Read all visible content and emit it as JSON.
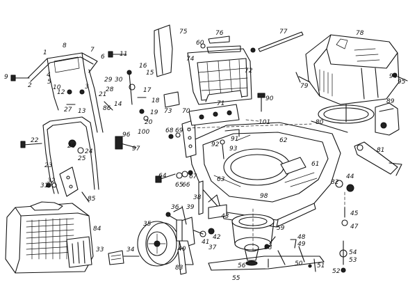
{
  "labels": {
    "1": "1",
    "2": "2",
    "3": "3",
    "4": "4",
    "5": "5",
    "6": "6",
    "7": "7",
    "8": "8",
    "9": "9",
    "10": "10",
    "11": "11",
    "12": "12",
    "13": "13",
    "14": "14",
    "15": "15",
    "16": "16",
    "17": "17",
    "18": "18",
    "19": "19",
    "20": "20",
    "21": "21",
    "22": "22",
    "23": "23",
    "24": "24",
    "25": "25",
    "26": "26",
    "27": "27",
    "28": "28",
    "29": "29",
    "30": "30",
    "31": "31",
    "32": "32",
    "33": "33",
    "34": "34",
    "35": "35",
    "36": "36",
    "37": "37",
    "38": "38",
    "39": "39",
    "40": "40",
    "41": "41",
    "42": "42",
    "43": "43",
    "44": "44",
    "45": "45",
    "47": "47",
    "48": "48",
    "49": "49",
    "50": "50",
    "51": "51",
    "52": "52",
    "53": "53",
    "54": "54",
    "55": "55",
    "56": "56",
    "58": "58",
    "59": "59",
    "60": "60",
    "61": "61",
    "62": "62",
    "63": "63",
    "64": "64",
    "65": "65",
    "66": "66",
    "67": "67",
    "68": "68",
    "69": "69",
    "70": "70",
    "71": "71",
    "72": "72",
    "73": "73",
    "74": "74",
    "75": "75",
    "76": "76",
    "77": "77",
    "78": "78",
    "79": "79",
    "80": "80",
    "81": "81",
    "82": "82",
    "83": "83",
    "84": "84",
    "85": "85",
    "86": "86",
    "89": "89",
    "90": "90",
    "91": "91",
    "92": "92",
    "93": "93",
    "94": "94",
    "95": "95",
    "96": "96",
    "97": "97",
    "98": "98",
    "100": "100",
    "101": "101"
  }
}
